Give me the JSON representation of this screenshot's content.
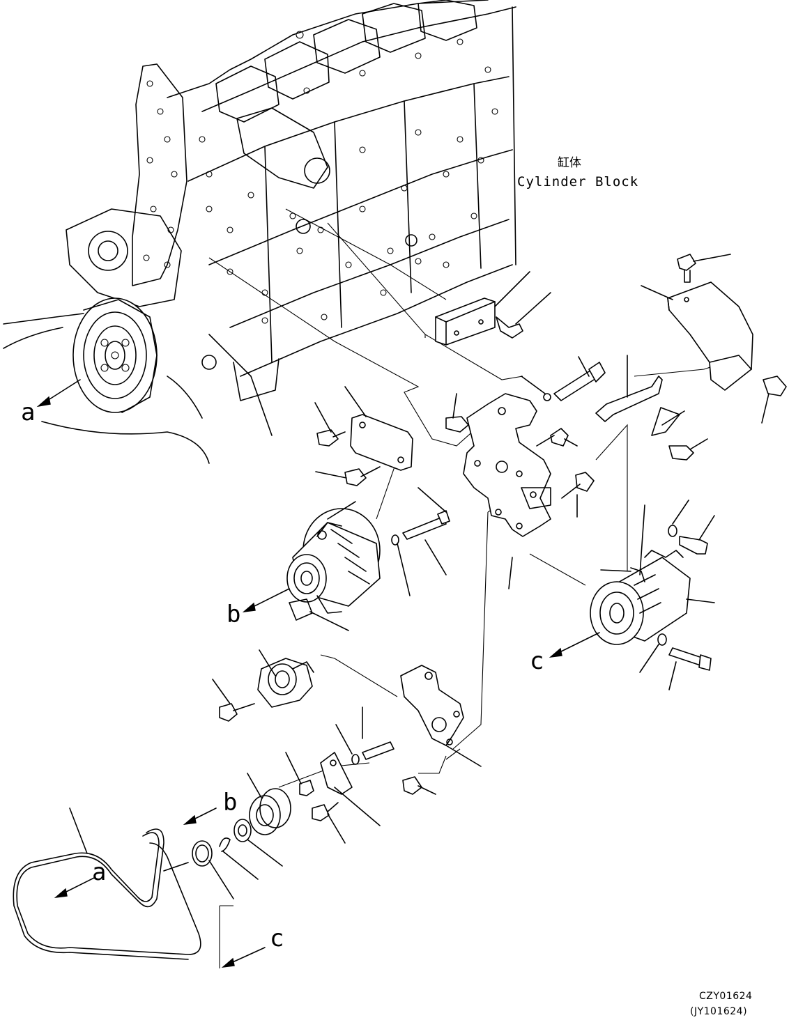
{
  "labels": {
    "cylinder_block_jp": "缸体",
    "cylinder_block_en": "Cylinder Block"
  },
  "callouts": {
    "a": "a",
    "b": "b",
    "c": "c"
  },
  "drawing_codes": {
    "primary": "CZY01624",
    "secondary": "(JY101624)"
  }
}
